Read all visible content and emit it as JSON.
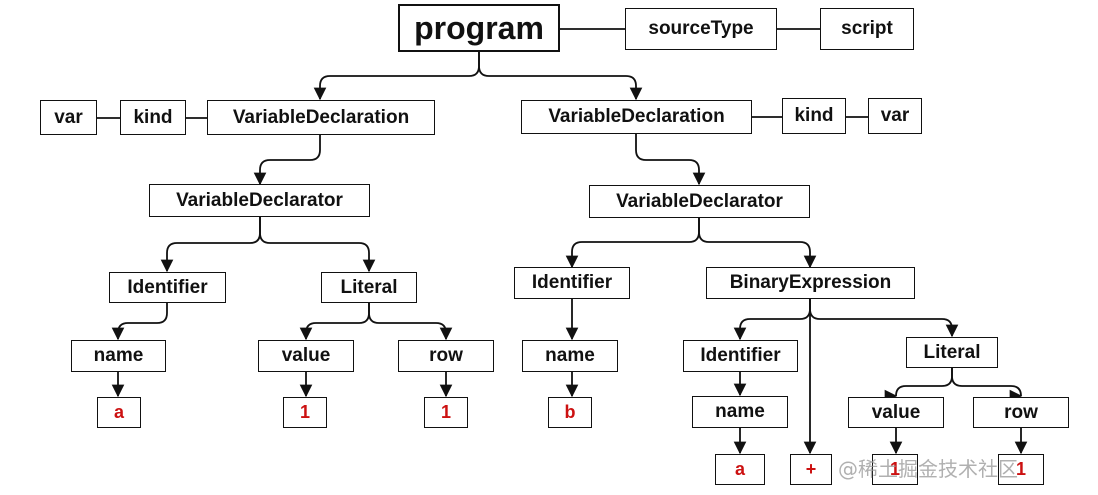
{
  "nodes": {
    "program": "program",
    "sourceType": "sourceType",
    "script": "script",
    "var_left": "var",
    "kind_left": "kind",
    "vardecl_left": "VariableDeclaration",
    "vardecl_right": "VariableDeclaration",
    "kind_right": "kind",
    "var_right": "var",
    "declarator_left": "VariableDeclarator",
    "declarator_right": "VariableDeclarator",
    "identifier_left": "Identifier",
    "literal_left": "Literal",
    "identifier_right": "Identifier",
    "binary_expression": "BinaryExpression",
    "name_left": "name",
    "value_left": "value",
    "row_left": "row",
    "name_right": "name",
    "identifier_binary": "Identifier",
    "literal_binary": "Literal",
    "leaf_a_left": "a",
    "leaf_1_value_left": "1",
    "leaf_1_row_left": "1",
    "leaf_b": "b",
    "name_binary": "name",
    "value_binary": "value",
    "row_binary": "row",
    "leaf_a_binary": "a",
    "leaf_plus": "+",
    "leaf_1_value_binary": "1",
    "leaf_1_row_binary": "1"
  },
  "watermark": "@稀土掘金技术社区",
  "colors": {
    "line": "#111111",
    "leaf_text": "#cc1111",
    "node_text": "#111111"
  }
}
